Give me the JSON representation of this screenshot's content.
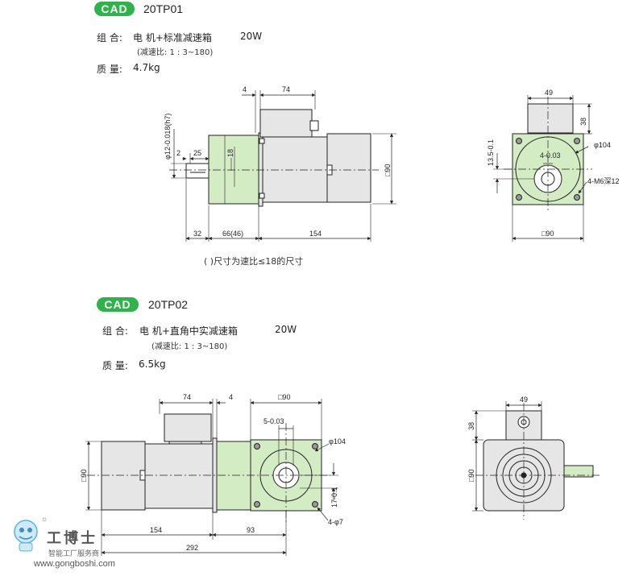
{
  "section1": {
    "badge": "CAD",
    "model": "20TP01",
    "combo_label": "组 合:",
    "combo_value": "电 机+标准减速箱",
    "power": "20W",
    "ratio": "(减速比: 1 : 3~180)",
    "weight_label": "质 量:",
    "weight_value": "4.7kg",
    "note": "( )尺寸为速比≤18的尺寸",
    "dims": {
      "d4": "4",
      "d74": "74",
      "d49": "49",
      "d38": "38",
      "d2": "2",
      "d25": "25",
      "d32": "32",
      "d66": "66(46)",
      "d154": "154",
      "sq90": "□90",
      "sq90b": "□90",
      "phi104": "φ104",
      "m6": "4-M6深12",
      "phi12": "φ12-0.018(h7)",
      "d18": "18",
      "key4": "4-0.03",
      "d135": "13.5-0.1"
    }
  },
  "section2": {
    "badge": "CAD",
    "model": "20TP02",
    "combo_label": "组 合:",
    "combo_value": "电 机+直角中实减速箱",
    "power": "20W",
    "ratio": "(减速比: 1 : 3~180)",
    "weight_label": "质 量:",
    "weight_value": "6.5kg",
    "dims": {
      "d74": "74",
      "d4": "4",
      "sq90top": "□90",
      "key5": "5-0.03",
      "phi104": "φ104",
      "sq90left": "□90",
      "d17": "17-0.1",
      "hole": "4-φ7",
      "d154": "154",
      "d93": "93",
      "d292": "292",
      "d49": "49",
      "d38": "38",
      "sq90right": "□90"
    }
  },
  "watermark": {
    "brand": "工博士",
    "slogan": "智能工厂服务商",
    "url": "www.gongboshi.com"
  },
  "colors": {
    "badge": "#2db34a",
    "gear_fill": "#d4ecc4",
    "motor_fill": "#e6e6e6",
    "line": "#222222"
  }
}
